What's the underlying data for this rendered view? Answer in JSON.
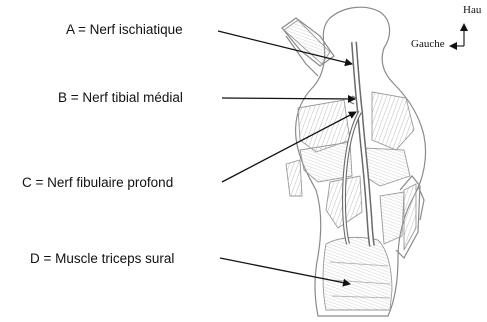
{
  "labels": {
    "a": "A = Nerf ischiatique",
    "b": "B = Nerf tibial médial",
    "c": "C = Nerf fibulaire profond",
    "d": "D = Muscle triceps sural"
  },
  "orientation": {
    "top": "Hau",
    "left": "Gauche"
  }
}
